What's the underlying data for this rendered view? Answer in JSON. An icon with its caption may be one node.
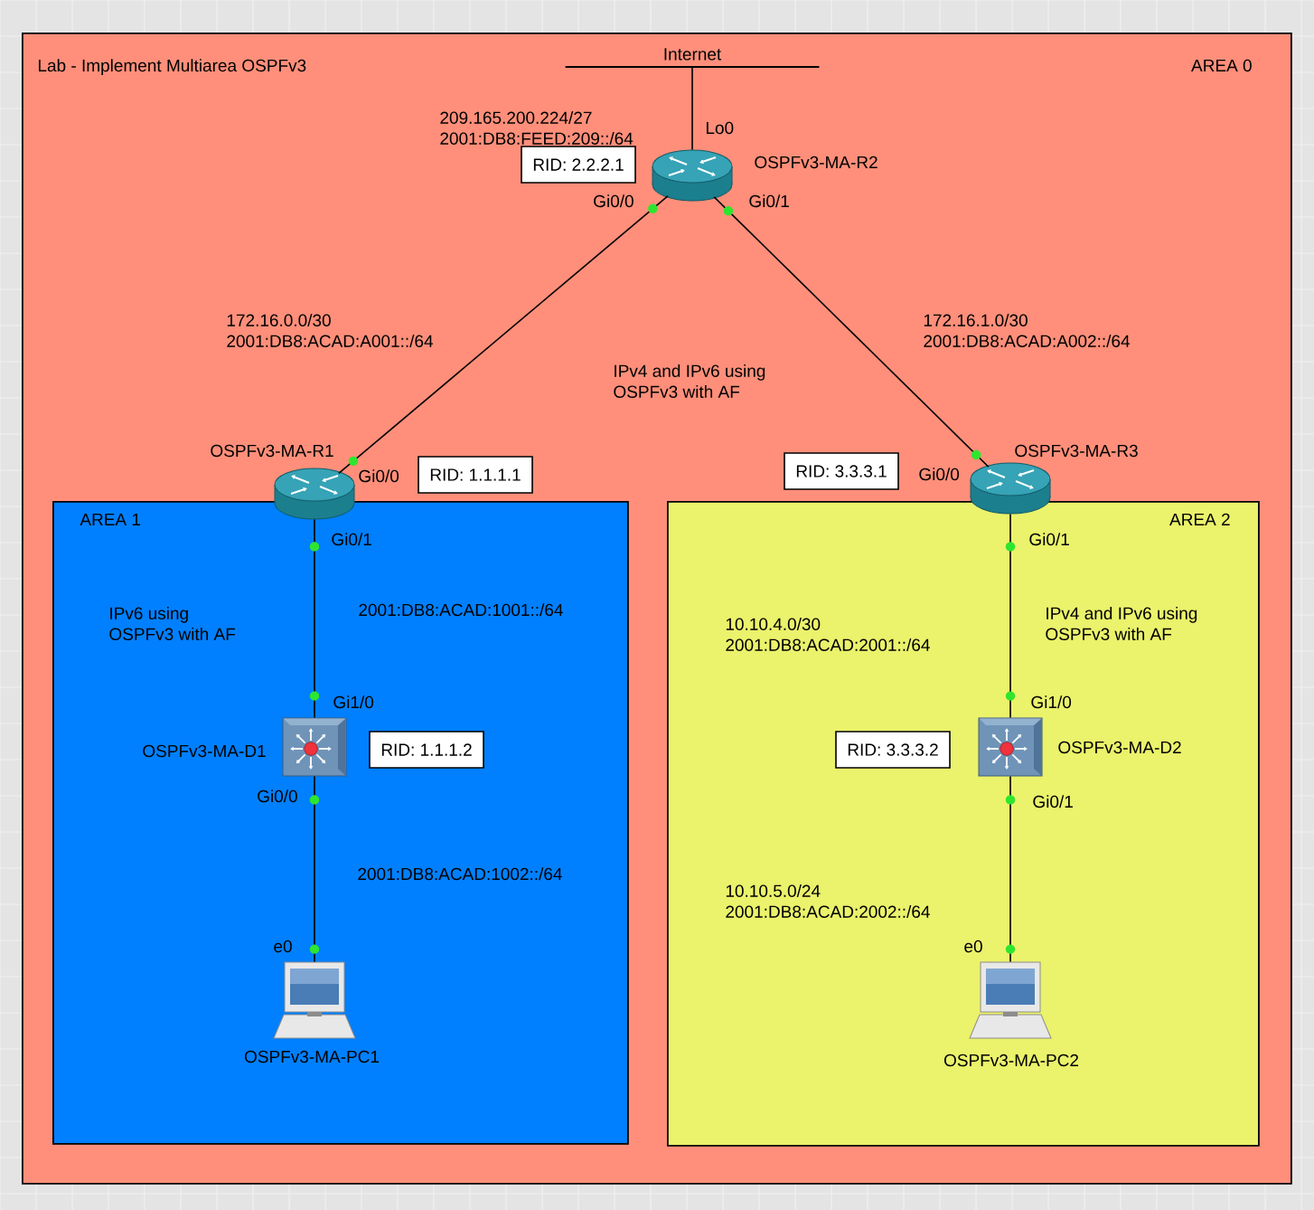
{
  "diagram": {
    "title": "Lab - Implement Multiarea OSPFv3",
    "nodes": [
      {
        "text": [
          "AREA 0"
        ]
      },
      {
        "text": [
          "Internet"
        ],
        "in": 0
      },
      {
        "text": [],
        "shape": "router",
        "beside": [
          "OSPFv3-MA-R2"
        ],
        "in": 0
      },
      {
        "text": [
          "RID: 2.2.2.1"
        ],
        "in": 0
      },
      {
        "text": [],
        "shape": "router",
        "beside": [
          "OSPFv3-MA-R1"
        ],
        "in": 0
      },
      {
        "text": [
          "RID: 1.1.1.1"
        ],
        "in": 0
      },
      {
        "text": [
          "RID: 3.3.3.1"
        ],
        "in": 0
      },
      {
        "text": [],
        "shape": "router",
        "beside": [
          "OSPFv3-MA-R3"
        ],
        "in": 0
      },
      {
        "text": [
          "AREA 1"
        ],
        "in": 0
      },
      {
        "text": [],
        "shape": "switch",
        "beside": [
          "OSPFv3-MA-D1"
        ],
        "in": 8
      },
      {
        "text": [
          "RID: 1.1.1.2"
        ],
        "in": 8
      },
      {
        "text": [],
        "shape": "computer",
        "beside": [
          "OSPFv3-MA-PC1"
        ],
        "in": 8
      },
      {
        "text": [
          "AREA 2"
        ],
        "in": 0
      },
      {
        "text": [],
        "shape": "switch",
        "beside": [
          "OSPFv3-MA-D2"
        ],
        "in": 12
      },
      {
        "text": [
          "RID: 3.3.3.2"
        ],
        "in": 12
      },
      {
        "text": [],
        "shape": "computer",
        "beside": [
          "OSPFv3-MA-PC2"
        ],
        "in": 12
      }
    ],
    "edges": [
      {
        "from": 2,
        "to": 1,
        "arrow": "none"
      },
      {
        "from": 2,
        "to": 4,
        "arrow": "none"
      },
      {
        "from": 2,
        "to": 7,
        "arrow": "none"
      },
      {
        "from": 4,
        "to": 9,
        "arrow": "none"
      },
      {
        "from": 9,
        "to": 11,
        "arrow": "none"
      },
      {
        "from": 7,
        "to": 13,
        "arrow": "none"
      },
      {
        "from": 13,
        "to": 15,
        "arrow": "none"
      }
    ],
    "labels": [
      "209.165.200.224/27 2001:DB8:FEED:209::/64",
      "Lo0",
      "Gi0/0",
      "Gi0/1",
      "172.16.0.0/30 2001:DB8:ACAD:A001::/64",
      "IPv4 and IPv6 using OSPFv3 with AF",
      "172.16.1.0/30 2001:DB8:ACAD:A002::/64",
      "Gi0/0",
      "Gi0/0",
      "Gi0/1",
      "Gi0/1",
      "IPv6 using OSPFv3 with AF",
      "2001:DB8:ACAD:1001::/64",
      "10.10.4.0/30 2001:DB8:ACAD:2001::/64",
      "IPv4 and IPv6 using OSPFv3 with AF",
      "Gi1/0",
      "Gi1/0",
      "Gi0/0",
      "Gi0/1",
      "2001:DB8:ACAD:1002::/64",
      "10.10.5.0/24 2001:DB8:ACAD:2002::/64",
      "e0",
      "e0"
    ]
  }
}
